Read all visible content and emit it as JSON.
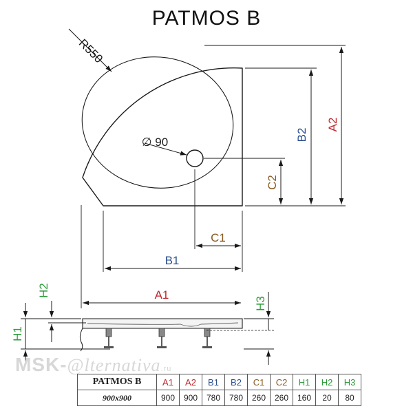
{
  "title": "PATMOS B",
  "labels": {
    "radius": "R550",
    "drain": "∅ 90",
    "A1": "A1",
    "A2": "A2",
    "B1": "B1",
    "B2": "B2",
    "C1": "C1",
    "C2": "C2",
    "H1": "H1",
    "H2": "H2",
    "H3": "H3"
  },
  "colors": {
    "A": "#c0272d",
    "B": "#2b4f8e",
    "C": "#8a5a1f",
    "H": "#2e9b3a",
    "line": "#1a1a1a"
  },
  "table": {
    "model": "PATMOS B",
    "size": "900x900",
    "headers": [
      {
        "key": "A1",
        "color": "#c0272d"
      },
      {
        "key": "A2",
        "color": "#c0272d"
      },
      {
        "key": "B1",
        "color": "#2b4f8e"
      },
      {
        "key": "B2",
        "color": "#2b4f8e"
      },
      {
        "key": "C1",
        "color": "#8a5a1f"
      },
      {
        "key": "C2",
        "color": "#8a5a1f"
      },
      {
        "key": "H1",
        "color": "#2e9b3a"
      },
      {
        "key": "H2",
        "color": "#2e9b3a"
      },
      {
        "key": "H3",
        "color": "#2e9b3a"
      }
    ],
    "values": [
      "900",
      "900",
      "780",
      "780",
      "260",
      "260",
      "160",
      "20",
      "80"
    ]
  },
  "watermark": {
    "prefix": "MSK-",
    "script": "@lternativa",
    "suffix": ".ru"
  }
}
